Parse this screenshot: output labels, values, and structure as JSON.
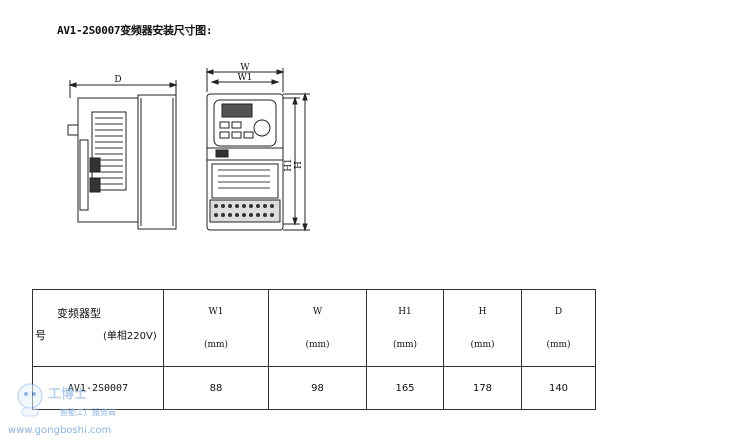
{
  "title": "AV1-2S0007变频器安装尺寸图:",
  "drawing_labels": {
    "side_depth": "D",
    "front_width": "W",
    "front_width_inner": "W1",
    "front_height_inner": "H1",
    "front_height": "H"
  },
  "table": {
    "model_header_line1": "变频器型",
    "model_header_line2": "号",
    "model_header_phase": "(单相220V)",
    "columns": [
      {
        "name": "W1",
        "unit": "(mm)"
      },
      {
        "name": "W",
        "unit": "(mm)"
      },
      {
        "name": "H1",
        "unit": "(mm)"
      },
      {
        "name": "H",
        "unit": "(mm)"
      },
      {
        "name": "D",
        "unit": "(mm)"
      }
    ],
    "row": {
      "model": "AV1-2S0007",
      "values": [
        "88",
        "98",
        "165",
        "178",
        "140"
      ]
    }
  },
  "watermark": {
    "brand": "工博士",
    "tagline": "智能工厂服务商",
    "url": "www.gongboshi.com"
  }
}
